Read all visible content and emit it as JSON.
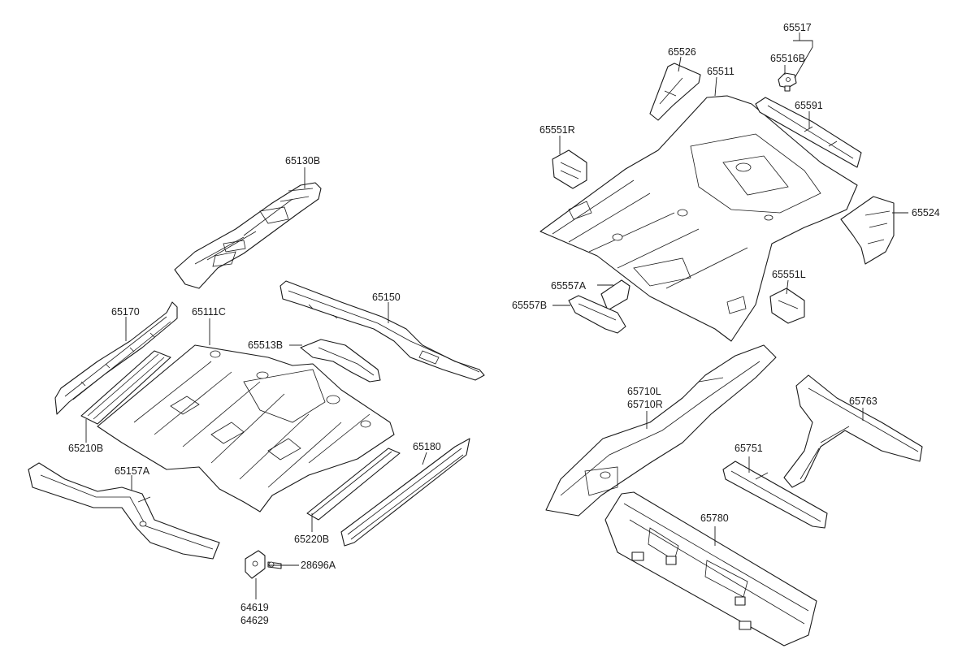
{
  "labels": {
    "p65130B": "65130B",
    "p65170": "65170",
    "p65111C": "65111C",
    "p65150": "65150",
    "p65513B": "65513B",
    "p65210B": "65210B",
    "p65157A": "65157A",
    "p65180": "65180",
    "p65220B": "65220B",
    "p28696A": "28696A",
    "p64619": "64619",
    "p64629": "64629",
    "p65526": "65526",
    "p65511": "65511",
    "p65517": "65517",
    "p65516B": "65516B",
    "p65591": "65591",
    "p65551R": "65551R",
    "p65524": "65524",
    "p65557A": "65557A",
    "p65557B": "65557B",
    "p65551L": "65551L",
    "p65710L": "65710L",
    "p65710R": "65710R",
    "p65763": "65763",
    "p65751": "65751",
    "p65780": "65780"
  },
  "colors": {
    "line": "#1a1a1a",
    "background": "#ffffff"
  }
}
